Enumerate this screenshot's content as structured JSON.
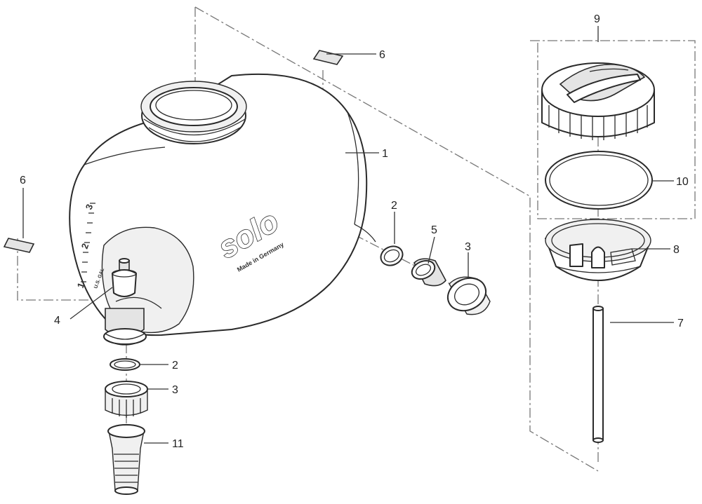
{
  "callouts": {
    "c1": "1",
    "c2a": "2",
    "c2b": "2",
    "c3a": "3",
    "c3b": "3",
    "c4": "4",
    "c5": "5",
    "c6a": "6",
    "c6b": "6",
    "c7": "7",
    "c8": "8",
    "c9": "9",
    "c10": "10",
    "c11": "11"
  },
  "tank_branding": {
    "logo": "solo",
    "tagline": "Made in Germany"
  },
  "volume_scale": {
    "marks": [
      "1",
      "2",
      "3"
    ],
    "unit": "U.S. GAL"
  }
}
